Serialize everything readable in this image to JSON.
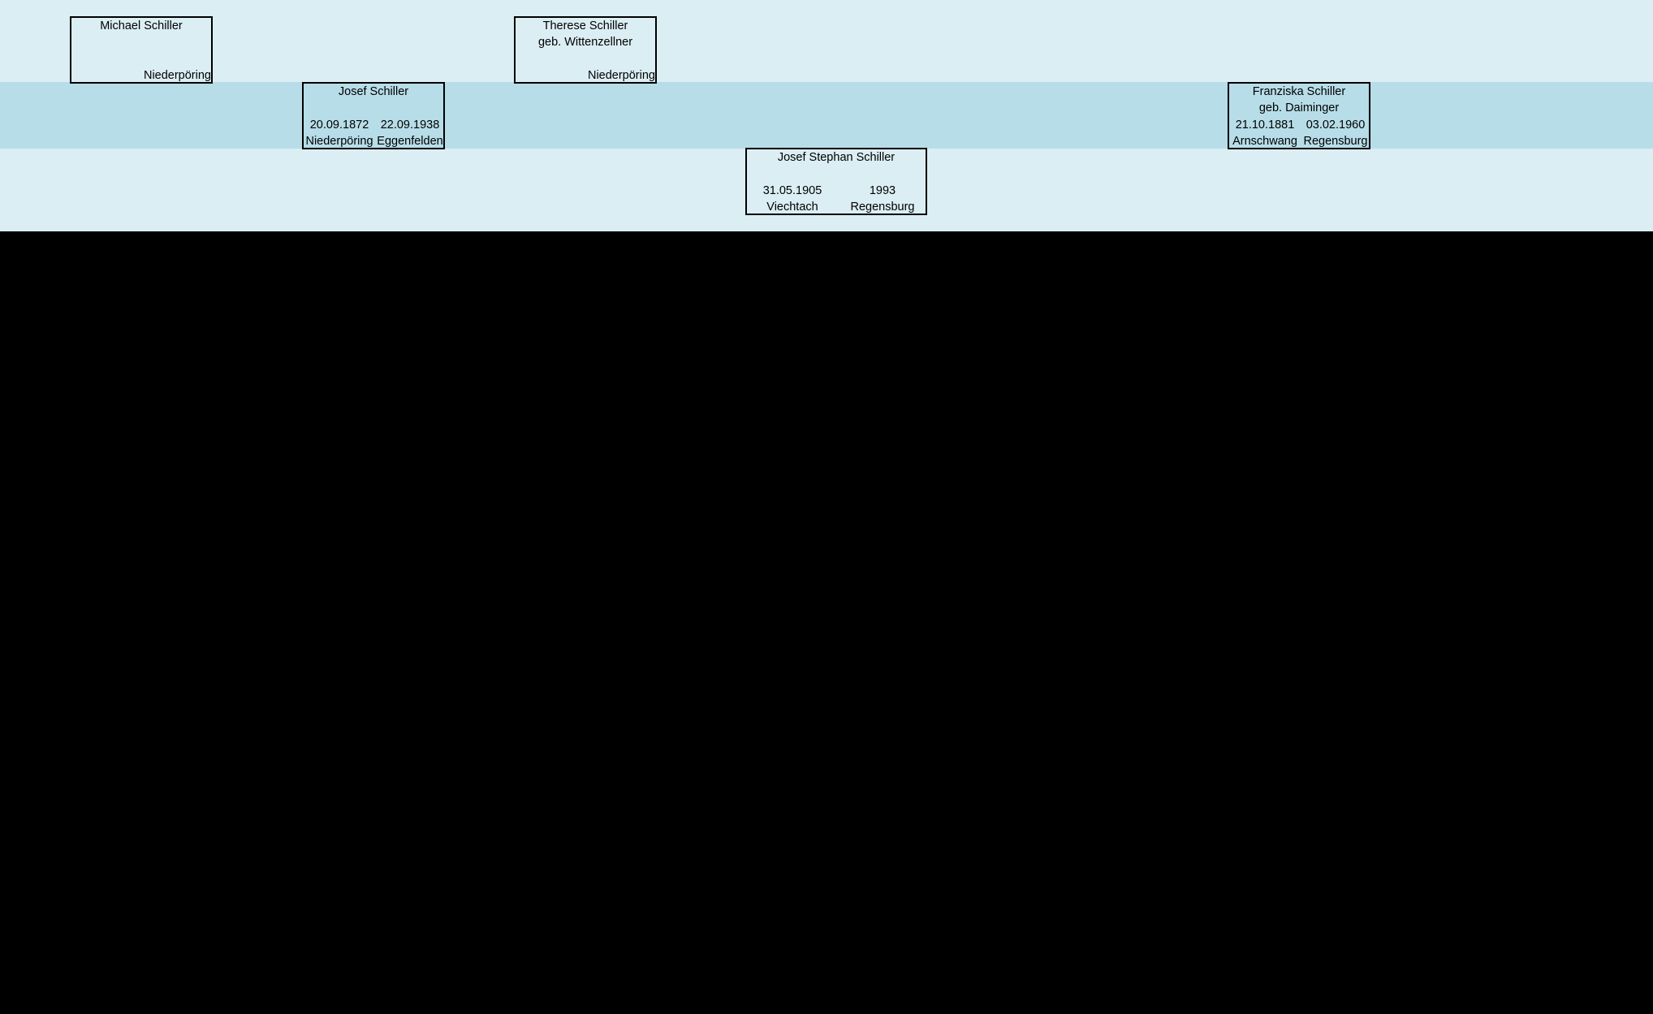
{
  "colors": {
    "band_light": "#dbeef3",
    "band_mid": "#b7dde8",
    "background": "#000000",
    "border": "#000000"
  },
  "people": {
    "michael": {
      "name": "Michael Schiller",
      "death_place": "Niederpöring"
    },
    "therese": {
      "name": "Therese Schiller",
      "maiden": "geb. Wittenzellner",
      "death_place": "Niederpöring"
    },
    "josef": {
      "name": "Josef Schiller",
      "birth_date": "20.09.1872",
      "death_date": "22.09.1938",
      "birth_place": "Niederpöring",
      "death_place": "Eggenfelden"
    },
    "franziska": {
      "name": "Franziska Schiller",
      "maiden": "geb. Daiminger",
      "birth_date": "21.10.1881",
      "death_date": "03.02.1960",
      "birth_place": "Arnschwang",
      "death_place": "Regensburg"
    },
    "josef_stephan": {
      "name": "Josef Stephan Schiller",
      "birth_date": "31.05.1905",
      "death_date": "1993",
      "birth_place": "Viechtach",
      "death_place": "Regensburg"
    }
  }
}
